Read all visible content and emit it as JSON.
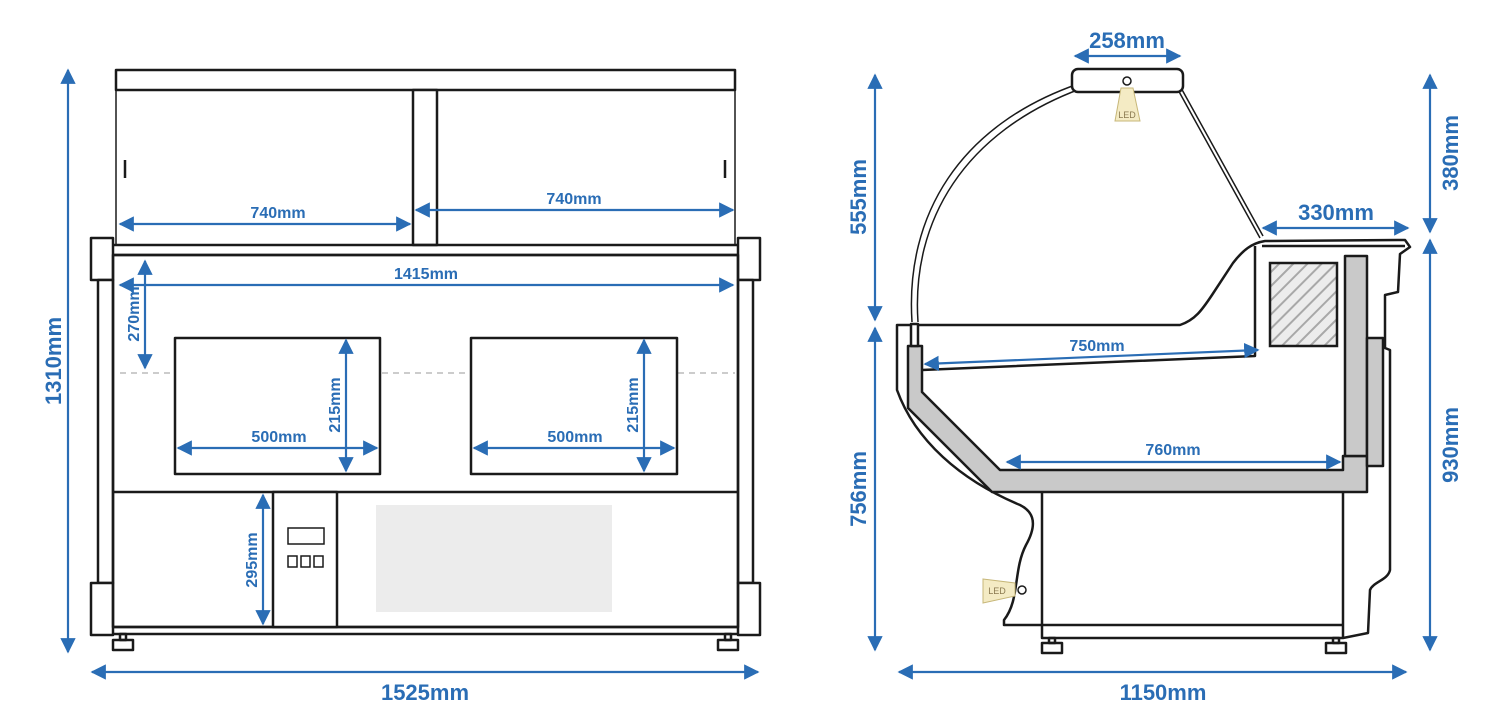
{
  "front_view": {
    "total_height": "1310mm",
    "total_width": "1525mm",
    "glass_left_width": "740mm",
    "glass_right_width": "740mm",
    "inner_width": "1415mm",
    "top_depth": "270mm",
    "window_left_width": "500mm",
    "window_left_height": "215mm",
    "window_right_width": "500mm",
    "window_right_height": "215mm",
    "base_height": "295mm"
  },
  "side_view": {
    "light_width": "258mm",
    "upper_height": "555mm",
    "lower_height": "756mm",
    "top_right_height": "380mm",
    "bottom_right_height": "930mm",
    "shelf_depth": "330mm",
    "upper_deck_depth": "750mm",
    "lower_deck_depth": "760mm",
    "total_depth": "1150mm",
    "led_label_top": "LED",
    "led_label_bottom": "LED"
  },
  "colors": {
    "dimension_blue": "#2a6db5",
    "outline": "#1a1a1a",
    "panel_grey": "#c9c9c9",
    "led_glow": "#f4ebc4"
  }
}
